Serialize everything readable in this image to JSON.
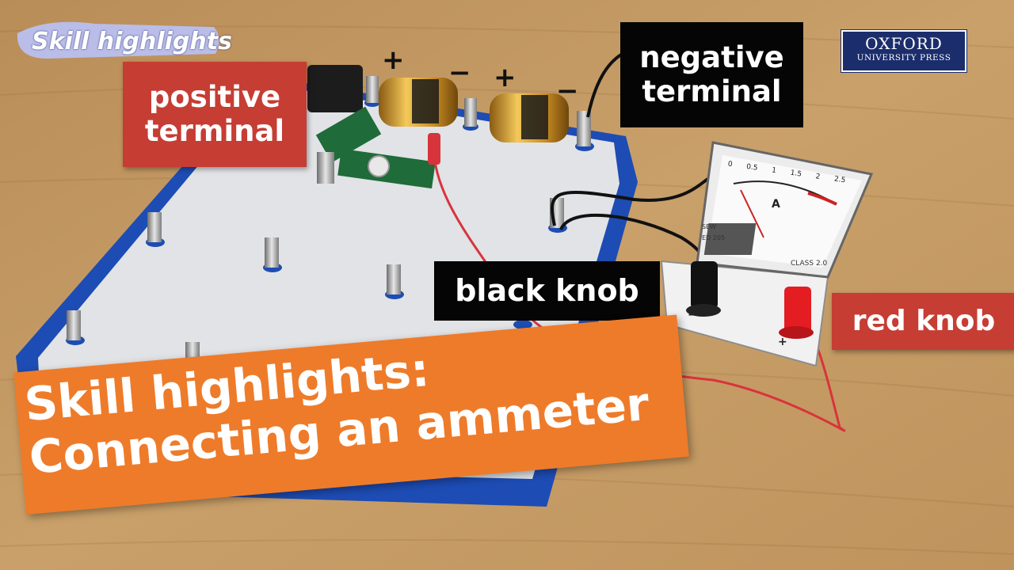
{
  "badge": {
    "text": "Skill highlights"
  },
  "publisher": {
    "line1": "OXFORD",
    "line2": "UNIVERSITY PRESS"
  },
  "labels": {
    "positive_terminal": "positive\nterminal",
    "negative_terminal": "negative\nterminal",
    "black_knob": "black knob",
    "red_knob": "red knob"
  },
  "battery_signs": {
    "plus_1": "+",
    "minus_1": "−",
    "plus_2": "+",
    "minus_2": "−"
  },
  "ammeter": {
    "scale": [
      "0",
      "0.5",
      "1",
      "1.5",
      "2",
      "2.5"
    ],
    "unit": "A",
    "brand": "SEW",
    "model": "ED 205",
    "class": "CLASS 2.0",
    "minus": "−",
    "plus": "+"
  },
  "banner": {
    "line1": "Skill highlights:",
    "line2": "Connecting an ammeter"
  },
  "colors": {
    "table": "#c39a62",
    "board": "#1e4fb8",
    "banner": "#ee7b2a",
    "label_red": "#c63d34"
  }
}
